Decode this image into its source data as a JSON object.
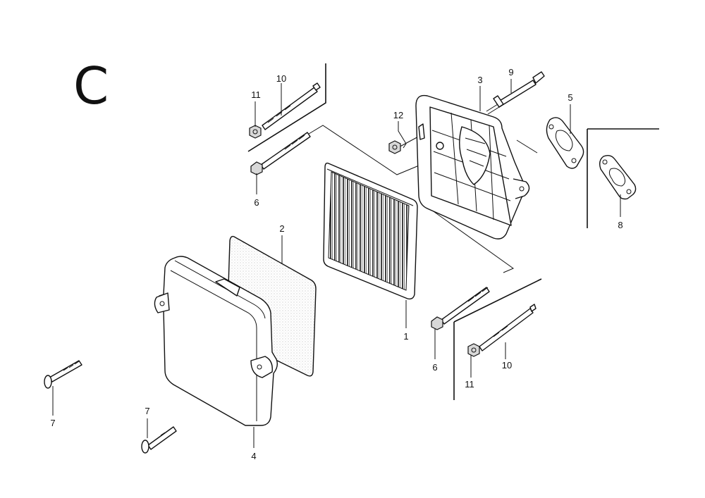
{
  "diagram": {
    "section_letter": "C",
    "callouts": {
      "p1": "1",
      "p2": "2",
      "p3": "3",
      "p4": "4",
      "p5": "5",
      "p6a": "6",
      "p6b": "6",
      "p7a": "7",
      "p7b": "7",
      "p8": "8",
      "p9": "9",
      "p10a": "10",
      "p10b": "10",
      "p11a": "11",
      "p11b": "11",
      "p12": "12"
    }
  }
}
